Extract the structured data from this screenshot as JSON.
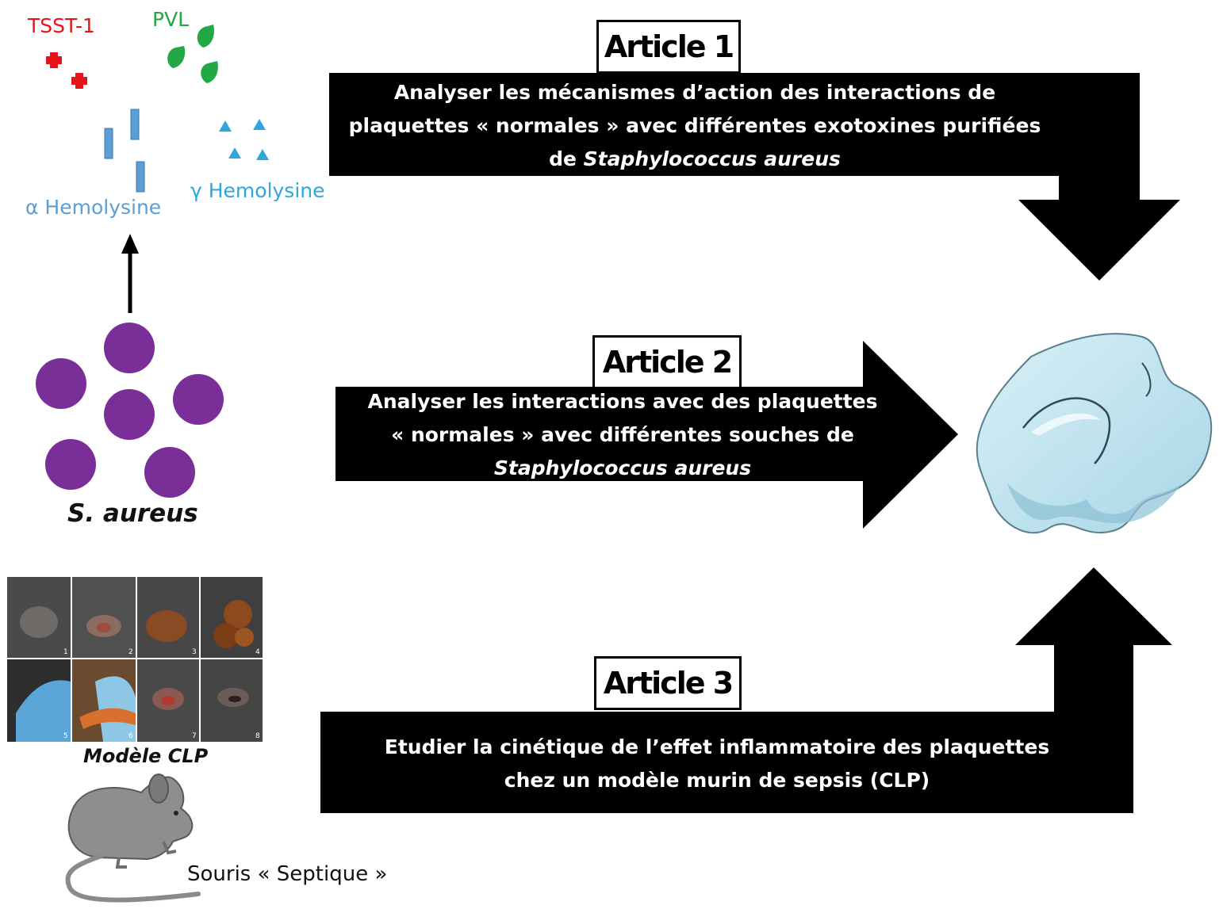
{
  "toxins": {
    "tsst1": {
      "label": "TSST-1",
      "color": "#e8141c"
    },
    "pvl": {
      "label": "PVL",
      "color": "#23a845"
    },
    "alpha": {
      "label": "α Hemolysine",
      "color": "#5c9dd5"
    },
    "gamma": {
      "label": "γ Hemolysine",
      "color": "#2ea6df"
    }
  },
  "bacteria": {
    "label": "S. aureus",
    "color": "#7a2e98"
  },
  "clp": {
    "label": "Modèle CLP",
    "panel_numbers": [
      "1",
      "2",
      "3",
      "4",
      "5",
      "6",
      "7",
      "8"
    ]
  },
  "mouse": {
    "label": "Souris « Septique »"
  },
  "platelet": {
    "icon": "platelet-icon",
    "color": "#bfe3ef"
  },
  "articles": [
    {
      "title": "Article 1",
      "text_lines": [
        "Analyser les mécanismes d’action des interactions de",
        "plaquettes « normales » avec différentes exotoxines purifiées"
      ],
      "text_prefix": "de ",
      "text_italic": "Staphylococcus aureus"
    },
    {
      "title": "Article 2",
      "text_lines": [
        "Analyser les interactions avec des plaquettes",
        "« normales » avec différentes souches de"
      ],
      "text_italic": "Staphylococcus aureus"
    },
    {
      "title": "Article 3",
      "text_lines": [
        "Etudier la cinétique de l’effet inflammatoire des plaquettes",
        "chez un modèle murin de sepsis (CLP)"
      ]
    }
  ]
}
